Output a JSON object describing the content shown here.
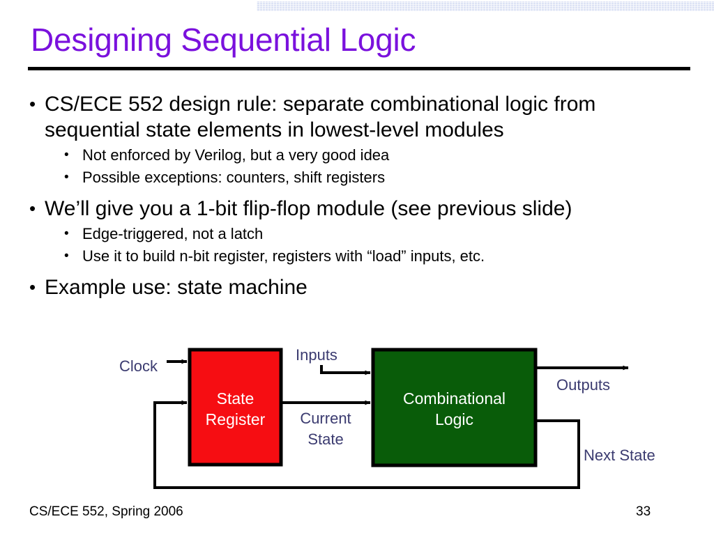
{
  "slide": {
    "title": "Designing Sequential Logic",
    "title_color": "#7a11dd",
    "bullet_glyph": "•"
  },
  "content": [
    {
      "level1": "CS/ECE 552 design rule: separate combinational logic from sequential state elements in lowest-level modules",
      "level2": [
        "Not enforced by Verilog, but a very good idea",
        "Possible exceptions: counters, shift registers"
      ]
    },
    {
      "level1": "We’ll give you a 1-bit flip-flop module (see previous slide)",
      "level2": [
        "Edge-triggered, not a latch",
        "Use it to build n-bit register, registers with “load” inputs, etc."
      ]
    },
    {
      "level1": "Example use: state machine",
      "level2": []
    }
  ],
  "diagram": {
    "label_color": "#3b3b70",
    "wire_color": "#000000",
    "blocks": [
      {
        "name": "state-register",
        "line1": "State",
        "line2": "Register",
        "fill": "#f60d12",
        "text_color": "#ffffff"
      },
      {
        "name": "combinational-logic",
        "line1": "Combinational",
        "line2": "Logic",
        "fill": "#095c09",
        "text_color": "#ffffff"
      }
    ],
    "signals": {
      "clock": "Clock",
      "inputs": "Inputs",
      "current_state_line1": "Current",
      "current_state_line2": "State",
      "outputs": "Outputs",
      "next_state": "Next State"
    }
  },
  "footer": {
    "course": "CS/ECE 552, Spring 2006",
    "page_number": "33"
  }
}
